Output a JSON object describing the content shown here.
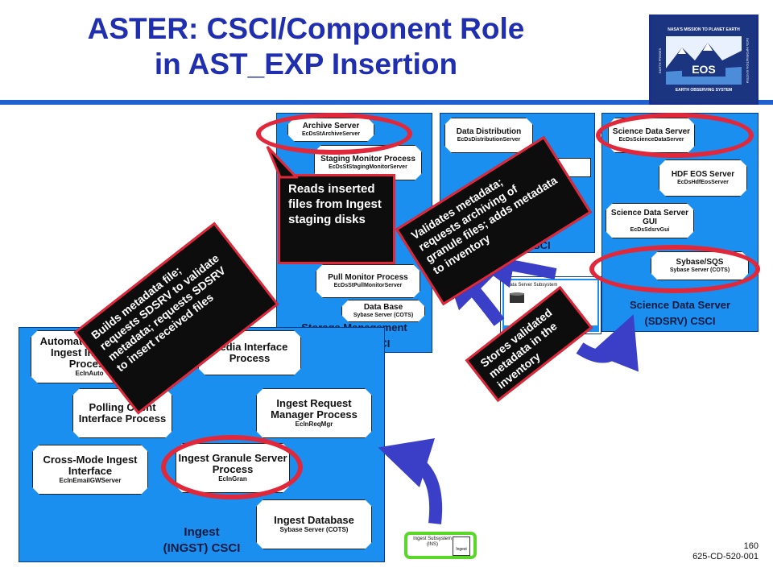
{
  "title": {
    "line1": "ASTER:  CSCI/Component Role",
    "line2": "in AST_EXP Insertion"
  },
  "logo": {
    "top_text": "NASA'S MISSION TO PLANET EARTH",
    "center_text": "EOS",
    "bottom_text": "EARTH OBSERVING SYSTEM",
    "left_text": "EARTH PROBES",
    "right_text": "DATA INFORMATION SYSTEM"
  },
  "stmgt": {
    "title_line1": "Storage Management",
    "title_line2": "(STMGT) CSCI",
    "archive_server": {
      "name": "Archive Server",
      "exe": "EcDsStArchiveServer"
    },
    "staging_monitor": {
      "name": "Staging Monitor Process",
      "exe": "EcDsStStagingMonitorServer"
    },
    "pull_monitor": {
      "name": "Pull Monitor Process",
      "exe": "EcDsStPullMonitorServer"
    },
    "database": {
      "name": "Data Base",
      "exe": "Sybase Server (COTS)"
    }
  },
  "ddist": {
    "title_line1": "Data Distribution",
    "title_line2": "(DDIST) CSCI",
    "process": {
      "name": "Data Distribution",
      "exe": "EcDsDistributionServer"
    }
  },
  "sdsrv": {
    "title_line1": "Science Data Server",
    "title_line2": "(SDSRV) CSCI",
    "science_data_server": {
      "name": "Science Data Server",
      "exe": "EcDsScienceDataServer"
    },
    "hdf_eos": {
      "name": "HDF EOS Server",
      "exe": "EcDsHdfEosServer"
    },
    "gui": {
      "name": "Science Data Server GUI",
      "exe": "EcDsSdsrvGui"
    },
    "sybase": {
      "name": "Sybase/SQS",
      "exe": "Sybase Server (COTS)"
    }
  },
  "ingest": {
    "title_line1": "Ingest",
    "title_line2": "(INGST) CSCI",
    "auto_network": {
      "name": "Automated Network Ingest Interface Process",
      "exe": "EcInAuto"
    },
    "media_interface": {
      "name": "Media Interface Process",
      "exe": ""
    },
    "polling": {
      "name": "Polling Client Interface Process",
      "exe": ""
    },
    "request_manager": {
      "name": "Ingest Request Manager Process",
      "exe": "EcInReqMgr"
    },
    "cross_mode": {
      "name": "Cross-Mode Ingest Interface",
      "exe": "EcInEmailGWServer"
    },
    "granule_server": {
      "name": "Ingest Granule Server Process",
      "exe": "EcInGran"
    },
    "database": {
      "name": "Ingest Database",
      "exe": "Sybase Server (COTS)"
    }
  },
  "data_server_subsystem": {
    "label": "Data Server Subsystem"
  },
  "ingest_subsystem": {
    "label": "Ingest Subsystem (INS)",
    "icon_label": "Ingest"
  },
  "callouts": {
    "reads": "Reads inserted files from Ingest staging disks",
    "validates": "Validates metadata; requests archiving of granule files; adds metadata to inventory",
    "builds": "Builds metadata file; requests SDSRV to validate metadata; requests SDSRV to insert received files",
    "stores": "Stores validated metadata in the inventory"
  },
  "footer": {
    "page": "160",
    "doc": "625-CD-520-001"
  },
  "colors": {
    "panel": "#1a8ff0",
    "title": "#1f2fb0",
    "ring": "#e0283a",
    "arrow": "#3b3fc8",
    "callout": "#0d0d0d",
    "ingest_box_border": "#5ad82a"
  }
}
